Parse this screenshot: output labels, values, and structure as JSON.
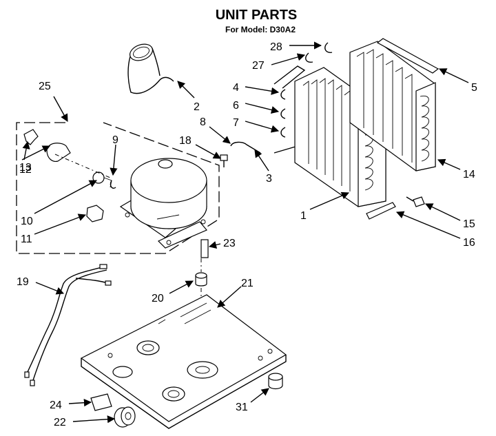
{
  "title": "UNIT PARTS",
  "subtitle": "For Model: D30A2",
  "callouts": [
    "1",
    "2",
    "3",
    "4",
    "5",
    "6",
    "7",
    "8",
    "9",
    "10",
    "11",
    "12",
    "13",
    "14",
    "15",
    "16",
    "18",
    "19",
    "20",
    "21",
    "22",
    "23",
    "24",
    "25",
    "27",
    "28",
    "31"
  ]
}
